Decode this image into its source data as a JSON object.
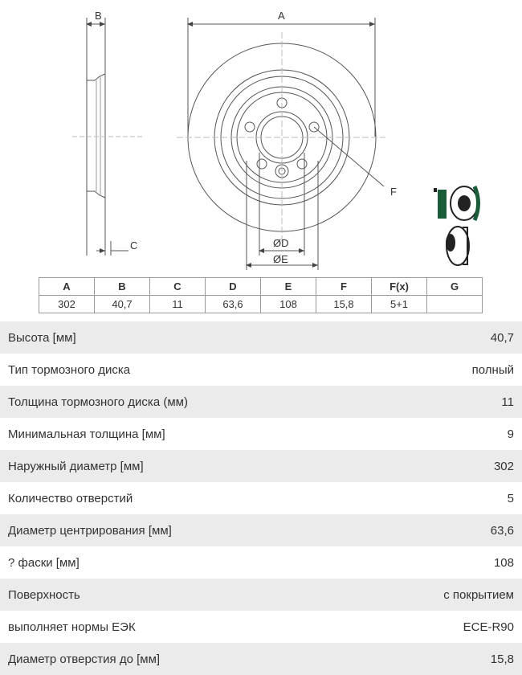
{
  "drawing": {
    "labels": {
      "A": "A",
      "B": "B",
      "C": "C",
      "D": "ØD",
      "E": "ØE",
      "F": "F"
    }
  },
  "dimensions_table": {
    "headers": [
      "A",
      "B",
      "C",
      "D",
      "E",
      "F",
      "F(x)",
      "G"
    ],
    "values": [
      "302",
      "40,7",
      "11",
      "63,6",
      "108",
      "15,8",
      "5+1",
      ""
    ]
  },
  "specs": [
    {
      "label": "Высота [мм]",
      "value": "40,7"
    },
    {
      "label": "Тип тормозного диска",
      "value": "полный"
    },
    {
      "label": "Толщина тормозного диска (мм)",
      "value": "11"
    },
    {
      "label": "Минимальная толщина [мм]",
      "value": "9"
    },
    {
      "label": "Наружный диаметр [мм]",
      "value": "302"
    },
    {
      "label": "Количество отверстий",
      "value": "5"
    },
    {
      "label": "Диаметр центрирования [мм]",
      "value": "63,6"
    },
    {
      "label": "? фаски [мм]",
      "value": "108"
    },
    {
      "label": "Поверхность",
      "value": "с покрытием"
    },
    {
      "label": "выполняет нормы ЕЭК",
      "value": "ECE-R90"
    },
    {
      "label": "Диаметр отверстия до [мм]",
      "value": "15,8"
    }
  ]
}
